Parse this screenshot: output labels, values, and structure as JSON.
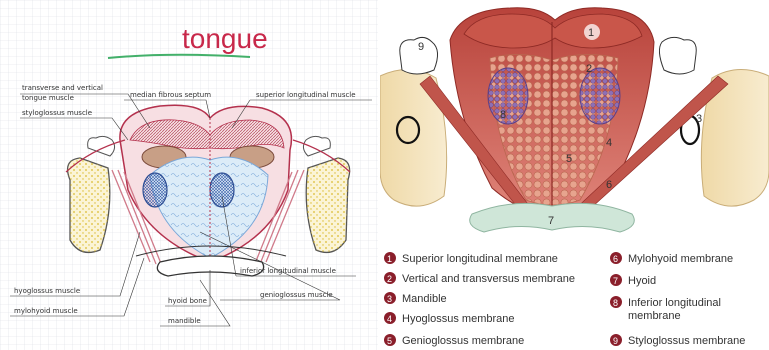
{
  "left_diagram": {
    "title": "tongue",
    "labels": {
      "transverse_vertical_1": "transverse and vertical",
      "transverse_vertical_2": "tongue muscle",
      "median_septum": "median fibrous septum",
      "superior_longitudinal": "superior longitudinal muscle",
      "styloglossus": "styloglossus muscle",
      "inferior_longitudinal": "inferior longitudinal muscle",
      "hyoglossus": "hyoglossus muscle",
      "hyoid_bone": "hyoid bone",
      "genioglossus": "genioglossus muscle",
      "mylohyoid": "mylohyoid muscle",
      "mandible": "mandible"
    }
  },
  "right_diagram": {
    "markers": [
      "1",
      "2",
      "3",
      "4",
      "5",
      "6",
      "7",
      "8",
      "9"
    ],
    "legend_left": [
      {
        "num": "1",
        "label": "Superior longitudinal membrane"
      },
      {
        "num": "2",
        "label": "Vertical and transversus membrane"
      },
      {
        "num": "3",
        "label": "Mandible"
      },
      {
        "num": "4",
        "label": "Hyoglossus membrane"
      },
      {
        "num": "5",
        "label": "Genioglossus membrane"
      }
    ],
    "legend_right": [
      {
        "num": "6",
        "label": "Mylohyoid membrane"
      },
      {
        "num": "7",
        "label": "Hyoid"
      },
      {
        "num": "8",
        "label_line1": "Inferior longitudinal",
        "label_line2": "membrane"
      },
      {
        "num": "9",
        "label": "Styloglossus membrane"
      }
    ],
    "colors": {
      "legend_dot": "#8a1f2b",
      "muscle": "#c9564a",
      "fibers": "#e8a08a",
      "bone": "#f3e6c4",
      "inferior": "#8e6fb5",
      "hyoid": "#cfe6d8"
    }
  }
}
